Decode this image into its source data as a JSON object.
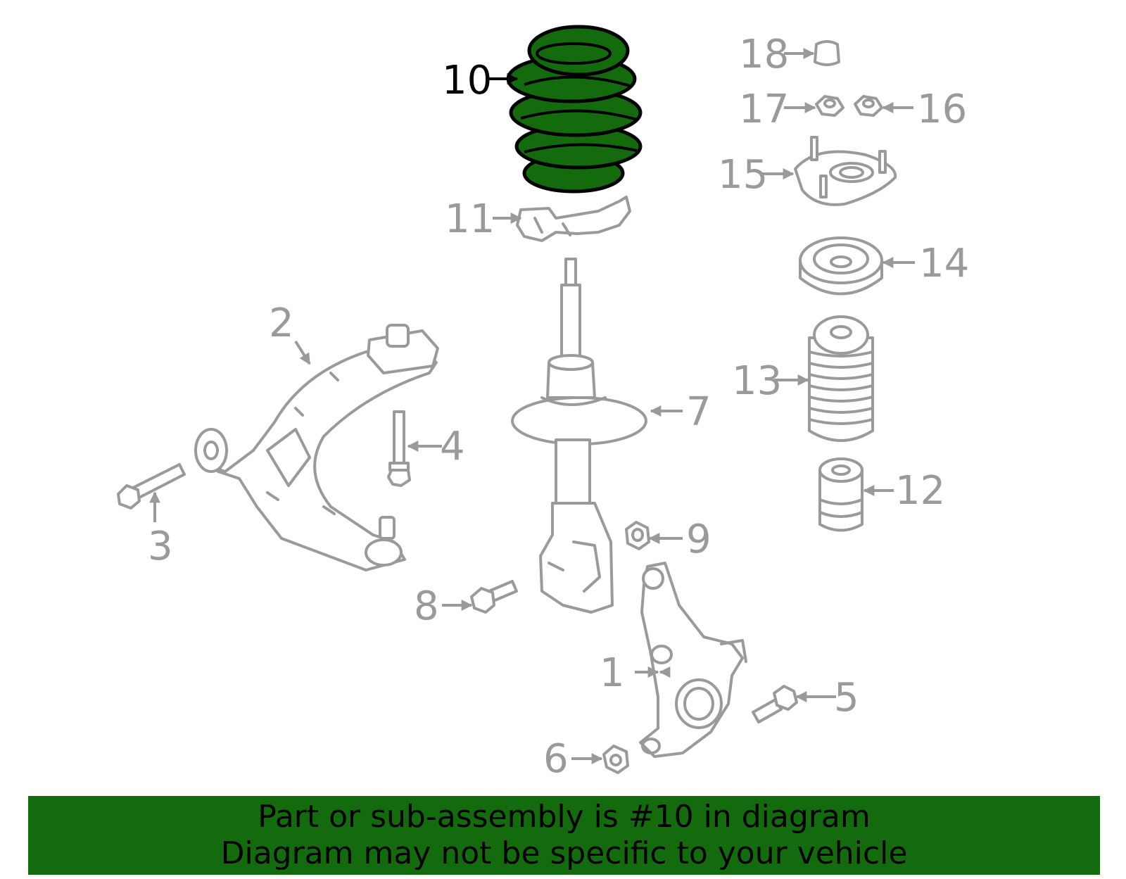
{
  "colors": {
    "highlight": "#136b0e",
    "part_line": "#9a9a9a",
    "active_label": "#000000",
    "background": "#ffffff"
  },
  "highlighted_part": "10",
  "callouts": {
    "c1": "1",
    "c2": "2",
    "c3": "3",
    "c4": "4",
    "c5": "5",
    "c6": "6",
    "c7": "7",
    "c8": "8",
    "c9": "9",
    "c10": "10",
    "c11": "11",
    "c12": "12",
    "c13": "13",
    "c14": "14",
    "c15": "15",
    "c16": "16",
    "c17": "17",
    "c18": "18"
  },
  "banner": {
    "line1": "Part or sub-assembly is #10 in diagram",
    "line2": "Diagram may not be specific to your vehicle"
  }
}
